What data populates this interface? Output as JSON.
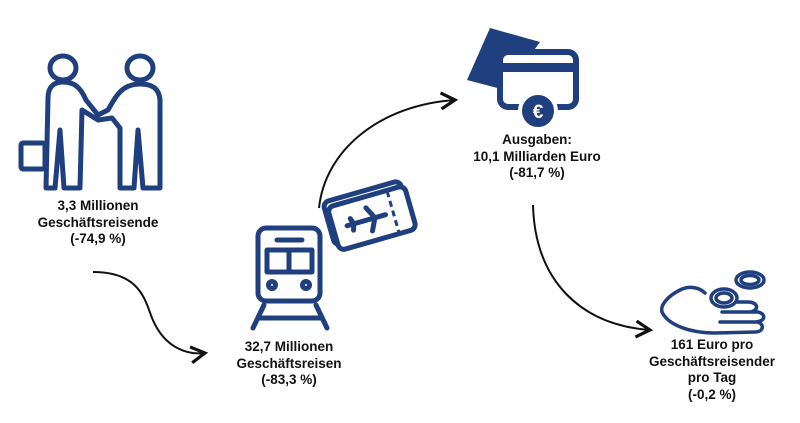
{
  "colors": {
    "icon": "#1f3f7f",
    "arrow": "#111111",
    "text": "#111111"
  },
  "nodes": [
    {
      "id": "travelers",
      "icon": "handshake-icon",
      "lines": [
        "3,3 Millionen",
        "Geschäftsreisende",
        "(-74,9 %)"
      ]
    },
    {
      "id": "trips",
      "icon": "train-icon",
      "lines": [
        "32,7 Millionen",
        "Geschäftsreisen",
        "(-83,3 %)"
      ]
    },
    {
      "id": "spending",
      "icon": "credit-card-euro-icon",
      "lines": [
        "Ausgaben:",
        "10,1 Milliarden Euro",
        "(-81,7 %)"
      ]
    },
    {
      "id": "per-day",
      "icon": "hand-coins-icon",
      "lines": [
        "161 Euro pro",
        "Geschäftsreisender",
        "pro Tag",
        "(-0,2 %)"
      ]
    }
  ],
  "ticket_icon": "plane-ticket-icon",
  "card_symbol": "€"
}
